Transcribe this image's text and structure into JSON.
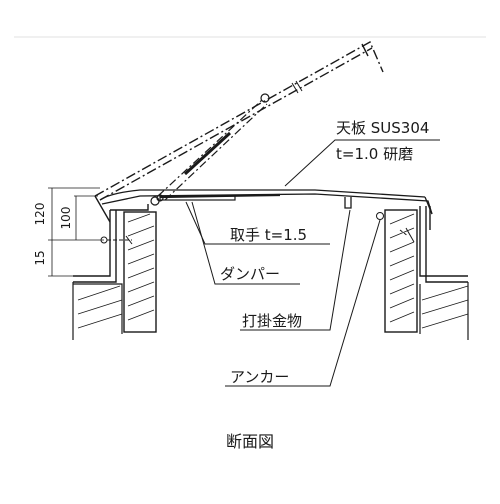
{
  "diagram": {
    "dimensions": [
      "120",
      "100",
      "15"
    ],
    "callouts": {
      "top_plate_line1": "天板 SUS304",
      "top_plate_line2": "t=1.0 研磨",
      "handle": "取手 t=1.5",
      "damper": "ダンパー",
      "latch": "打掛金物",
      "anchor": "アンカー"
    },
    "caption": "断面図"
  },
  "colors": {
    "ink": "#1a1a1a",
    "frame_border": "#dddddd"
  }
}
